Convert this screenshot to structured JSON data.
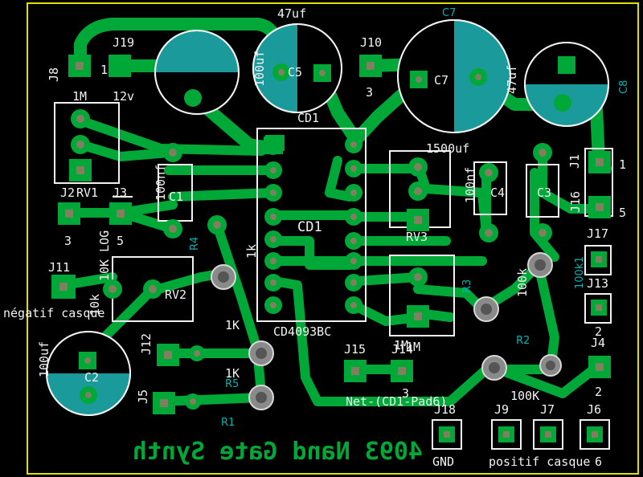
{
  "board": {
    "title": "4093 Nand Gate Synth",
    "colors": {
      "background": "#000000",
      "copper": "#00a838",
      "silkscreen": "#f2f2f2",
      "reference": "#00b4b4",
      "capacitor_fill": "#1a9a9a",
      "edge": "#e0e000"
    }
  },
  "ic": {
    "ref": "CD1",
    "value": "CD4093BC",
    "ref_top": "CD1"
  },
  "labels": {
    "j8": "J8",
    "j8_val": "1M",
    "j19": "J19",
    "j19_pin": "1",
    "j19_val": "12v",
    "c5_top": "47uf",
    "c5": "C5",
    "c5_val": "100uf",
    "c7_top": "C7",
    "c7": "C7",
    "c7_val": "47uf",
    "j10": "J10",
    "j10_val": "3",
    "c8": "C8",
    "c8_pad": "1500uf",
    "j2": "J2",
    "rv1": "RV1",
    "j3": "J3",
    "j2_val": "3",
    "j3_val": "5",
    "c1": "C1",
    "c1_val": "100nf",
    "j11": "J11",
    "negatif": "négatif casque",
    "c2_val": "100uf",
    "c2": "C2",
    "rv2": "RV2",
    "rv2_log": "10K LOG",
    "rv2_val": "10k",
    "r4": "R4",
    "j12": "J12",
    "j5": "J5",
    "r5": "R5",
    "r5_val": "1K",
    "r1": "R1",
    "r1_val": "1K",
    "r1_bot": "1K",
    "c4": "C4",
    "c4_val": "100nf",
    "c3": "C3",
    "rv3": "RV3",
    "rv3_val": "1M",
    "j1": "J1",
    "j1_val": "1",
    "j16": "J16",
    "j16_val": "5",
    "j17": "J17",
    "j13": "J13",
    "r3": "R3",
    "r3_val": "100k",
    "r2": "R2",
    "r2_val": "100K",
    "j4": "J4",
    "j4_val": "2",
    "j4_top": "2",
    "j15": "J15",
    "j14": "J14",
    "j14_val": "1M",
    "net": "Net-(CD1-Pad6)",
    "net_pin": "3",
    "j18": "J18",
    "j9": "J9",
    "j7": "J7",
    "j6": "J6",
    "gnd": "GND",
    "positif": "positif casque",
    "j6_val": "6",
    "r_ohm": "1k",
    "j_k": "100k1"
  }
}
